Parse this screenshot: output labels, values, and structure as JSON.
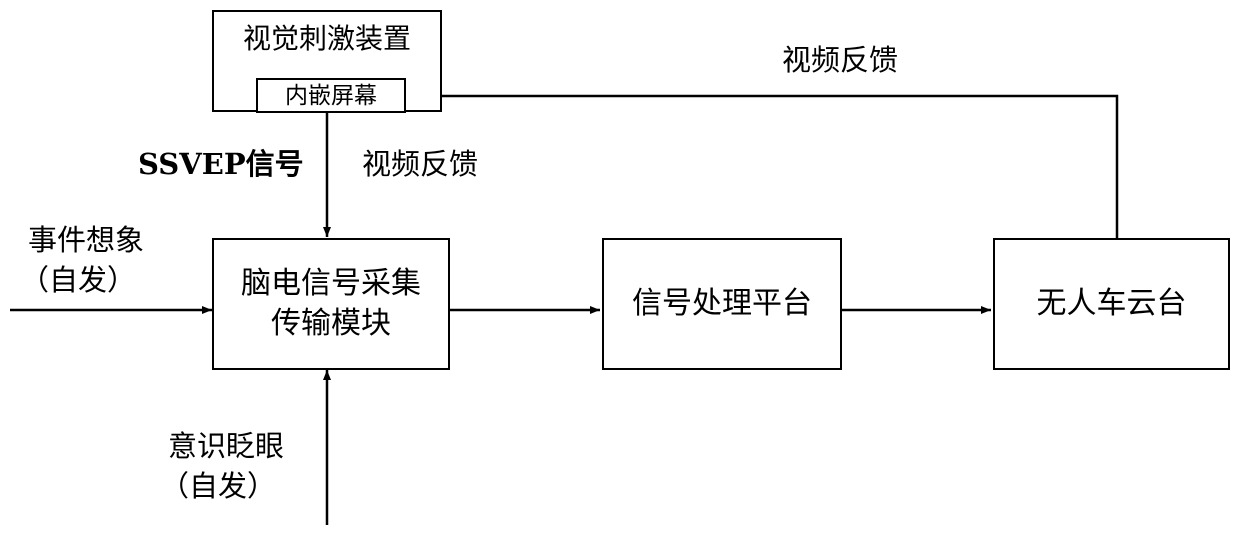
{
  "nodes": {
    "visual_stimulus": "视觉刺激装置",
    "embedded_screen": "内嵌屏幕",
    "eeg_module": [
      "脑电信号采集",
      "传输模块"
    ],
    "signal_platform": "信号处理平台",
    "vehicle_gimbal": "无人车云台"
  },
  "edge_labels": {
    "video_feedback_top": "视频反馈",
    "ssvep_signal": "SSVEP信号",
    "video_feedback_mid": "视频反馈",
    "event_imagination": "事件想象",
    "event_spontaneous": "（自发）",
    "conscious_blink": "意识眨眼",
    "blink_spontaneous": "（自发）"
  },
  "colors": {
    "stroke": "#000000",
    "background": "#ffffff"
  }
}
